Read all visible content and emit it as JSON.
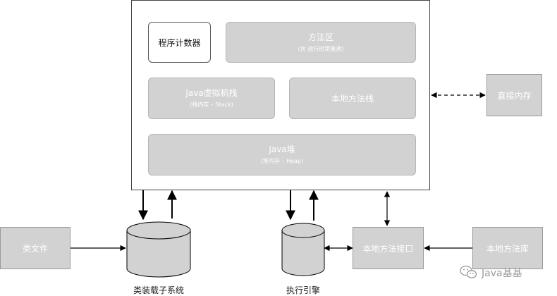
{
  "runtime_area": {
    "program_counter": "程序计数器",
    "method_area": {
      "title": "方法区",
      "subtitle": "(含 运行时常量池)"
    },
    "java_vm_stack": {
      "title": "Java虚拟机栈",
      "subtitle": "(栈内存 – Stack)"
    },
    "native_method_stack": {
      "title": "本地方法栈"
    },
    "java_heap": {
      "title": "Java堆",
      "subtitle": "(堆内存 – Heap)"
    }
  },
  "direct_memory": "直接内存",
  "class_file": "类文件",
  "class_loader": "类装载子系统",
  "execution_engine": "执行引擎",
  "native_interface": "本地方法接口",
  "native_library": "本地方法库",
  "watermark": "Java基基"
}
